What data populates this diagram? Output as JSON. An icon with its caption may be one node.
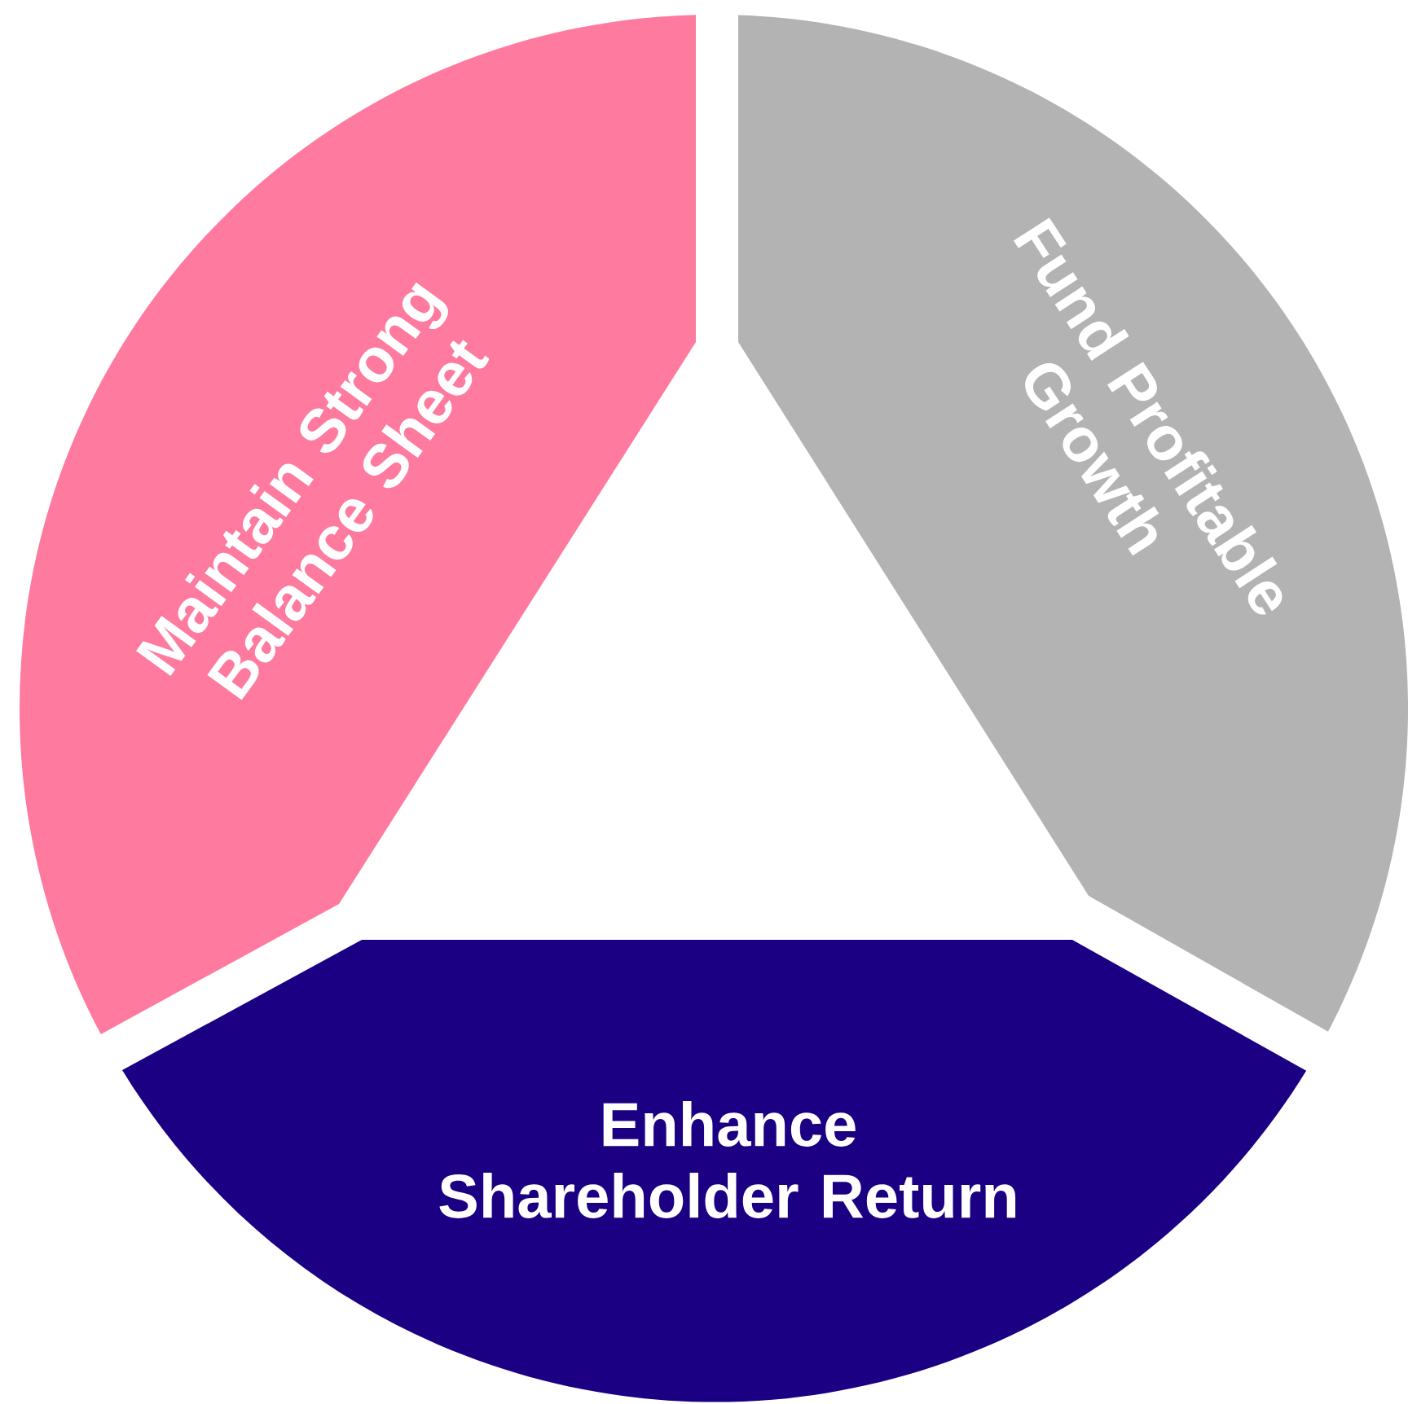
{
  "diagram": {
    "nodes": [
      {
        "text": [
          "Maintain Strong Balance Sheet"
        ]
      },
      {
        "text": [
          "Fund Profitable Growth"
        ]
      },
      {
        "text": [
          "Enhance Shareholder Return"
        ]
      }
    ]
  }
}
